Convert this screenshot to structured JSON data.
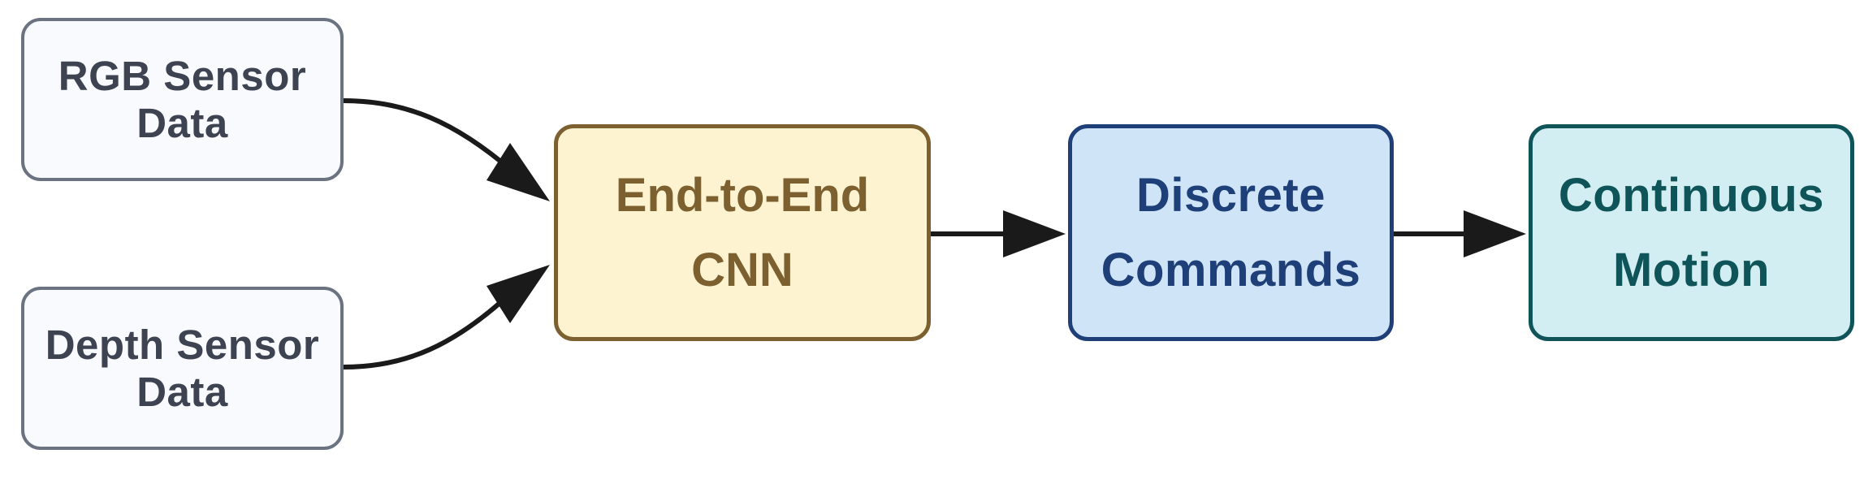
{
  "diagram": {
    "nodes": {
      "rgb": {
        "line1": "RGB Sensor",
        "line2": "Data"
      },
      "depth": {
        "line1": "Depth Sensor",
        "line2": "Data"
      },
      "cnn": {
        "line1": "End-to-End",
        "line2": "CNN"
      },
      "discrete": {
        "line1": "Discrete",
        "line2": "Commands"
      },
      "continuous": {
        "line1": "Continuous",
        "line2": "Motion"
      }
    },
    "edges": [
      {
        "from": "rgb",
        "to": "cnn"
      },
      {
        "from": "depth",
        "to": "cnn"
      },
      {
        "from": "cnn",
        "to": "discrete"
      },
      {
        "from": "discrete",
        "to": "continuous"
      }
    ],
    "colors": {
      "edge": "#1a1a1a",
      "sensor_fill": "#f8fafd",
      "sensor_border": "#6b7280",
      "sensor_text": "#3d4350",
      "cnn_fill": "#fdf3d1",
      "cnn_border": "#7d6030",
      "discrete_fill": "#cfe4f7",
      "discrete_border": "#1e3f78",
      "continuous_fill": "#d2eef2",
      "continuous_border": "#0f5458"
    }
  }
}
